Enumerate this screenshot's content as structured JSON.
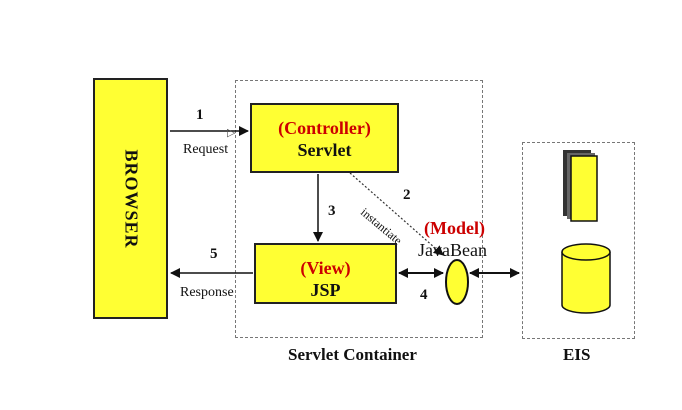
{
  "browser": {
    "label": "BROWSER"
  },
  "controller": {
    "role": "Controller",
    "name": "Servlet"
  },
  "view": {
    "role": "View",
    "name": "JSP"
  },
  "model": {
    "role": "Model",
    "name": "JavaBean"
  },
  "containers": {
    "servlet": "Servlet Container",
    "eis": "EIS"
  },
  "flows": {
    "request": {
      "number": "1",
      "label": "Request"
    },
    "instantiate": {
      "number": "2",
      "label": "instantiate"
    },
    "forward": {
      "number": "3"
    },
    "access": {
      "number": "4"
    },
    "response": {
      "number": "5",
      "label": "Response"
    }
  },
  "colors": {
    "box_fill": "#ffff33",
    "role_text": "#cc0000"
  }
}
